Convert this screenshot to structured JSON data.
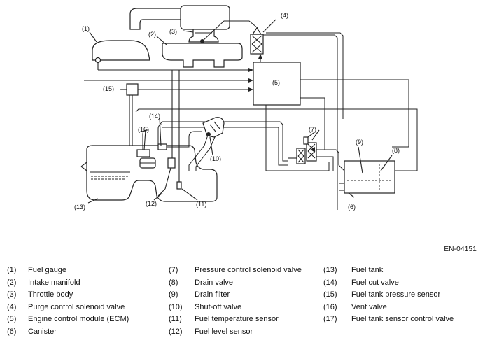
{
  "diagram": {
    "callouts": [
      "(1)",
      "(2)",
      "(3)",
      "(4)",
      "(5)",
      "(6)",
      "(7)",
      "(8)",
      "(9)",
      "(10)",
      "(11)",
      "(12)",
      "(13)",
      "(14)",
      "(15)",
      "(16)"
    ],
    "code": "EN-04151"
  },
  "legend": {
    "columns": [
      [
        {
          "num": "(1)",
          "text": "Fuel gauge"
        },
        {
          "num": "(2)",
          "text": "Intake manifold"
        },
        {
          "num": "(3)",
          "text": "Throttle body"
        },
        {
          "num": "(4)",
          "text": "Purge control solenoid valve"
        },
        {
          "num": "(5)",
          "text": "Engine control module (ECM)"
        },
        {
          "num": "(6)",
          "text": "Canister"
        }
      ],
      [
        {
          "num": "(7)",
          "text": "Pressure control solenoid valve"
        },
        {
          "num": "(8)",
          "text": "Drain valve"
        },
        {
          "num": "(9)",
          "text": "Drain filter"
        },
        {
          "num": "(10)",
          "text": "Shut-off valve"
        },
        {
          "num": "(11)",
          "text": "Fuel temperature sensor"
        },
        {
          "num": "(12)",
          "text": "Fuel level sensor"
        }
      ],
      [
        {
          "num": "(13)",
          "text": "Fuel tank"
        },
        {
          "num": "(14)",
          "text": "Fuel cut valve"
        },
        {
          "num": "(15)",
          "text": "Fuel tank pressure sensor"
        },
        {
          "num": "(16)",
          "text": "Vent valve"
        },
        {
          "num": "(17)",
          "text": "Fuel tank sensor control valve"
        }
      ]
    ]
  }
}
